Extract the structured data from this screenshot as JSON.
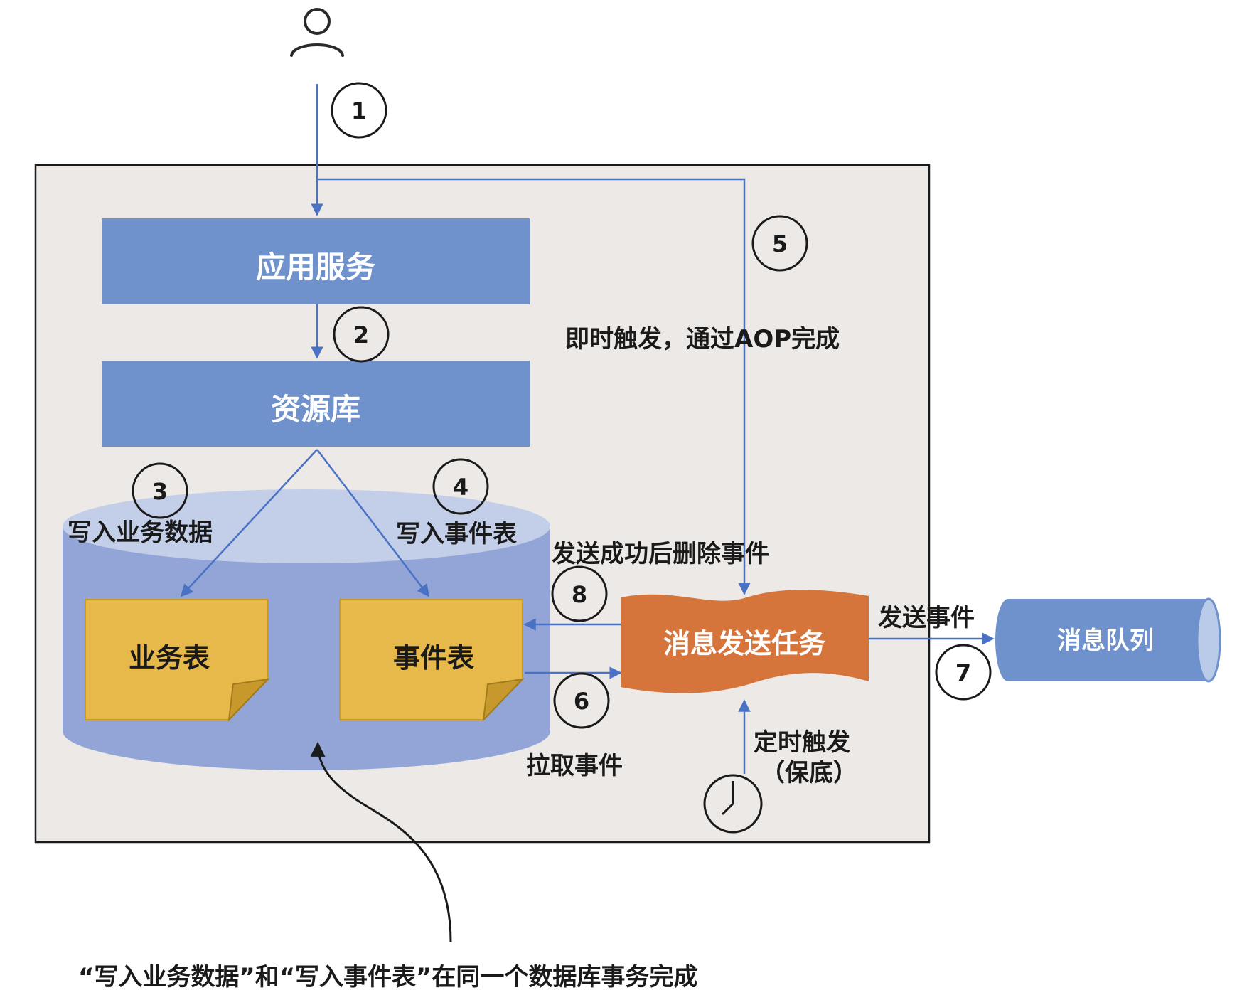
{
  "boxes": {
    "app_service": "应用服务",
    "repository": "资源库",
    "business_table": "业务表",
    "event_table": "事件表",
    "message_task": "消息发送任务",
    "message_queue": "消息队列"
  },
  "labels": {
    "write_business": "写入业务数据",
    "write_event": "写入事件表",
    "instant_trigger": "即时触发，通过AOP完成",
    "delete_after_send": "发送成功后删除事件",
    "send_event": "发送事件",
    "pull_event": "拉取事件",
    "timer_trigger_line1": "定时触发",
    "timer_trigger_line2": "（保底）",
    "bottom_note": "“写入业务数据”和“写入事件表”在同一个数据库事务完成"
  },
  "steps": [
    "1",
    "2",
    "3",
    "4",
    "5",
    "6",
    "7",
    "8"
  ],
  "icons": {
    "user": "user-icon",
    "clock": "clock-icon"
  },
  "colors": {
    "background_panel": "#ece9e6",
    "blue_box": "#6f92cc",
    "cylinder_body": "#92a5d6",
    "cylinder_top": "#c3cee9",
    "table_fill": "#e7b84a",
    "task_fill": "#d5753c",
    "queue_fill": "#6f92cc",
    "arrow": "#4a72c4"
  }
}
